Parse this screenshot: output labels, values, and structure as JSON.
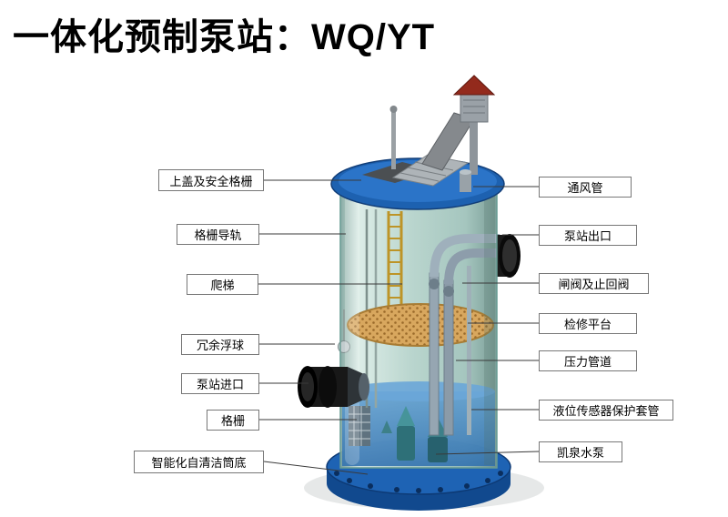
{
  "title": "一体化预制泵站：WQ/YT",
  "labels": {
    "left": [
      "上盖及安全格栅",
      "格栅导轨",
      "爬梯",
      "冗余浮球",
      "泵站进口",
      "格栅",
      "智能化自清洁筒底"
    ],
    "right": [
      "通风管",
      "泵站出口",
      "闸阀及止回阀",
      "检修平台",
      "压力管道",
      "液位传感器保护套管",
      "凯泉水泵"
    ]
  },
  "colors": {
    "background": "#ffffff",
    "title_color": "#000000",
    "label_border": "#777777",
    "lid_blue": "#1d61b0",
    "flange_blue": "#1e63b4",
    "tank_teal": "#aed0c8",
    "water_blue": "#3f86c4",
    "platform_tan": "#d8a75e",
    "ladder_yellow": "#bd9427",
    "vent_roof_red": "#932a1c",
    "pipe_black": "#111111"
  }
}
